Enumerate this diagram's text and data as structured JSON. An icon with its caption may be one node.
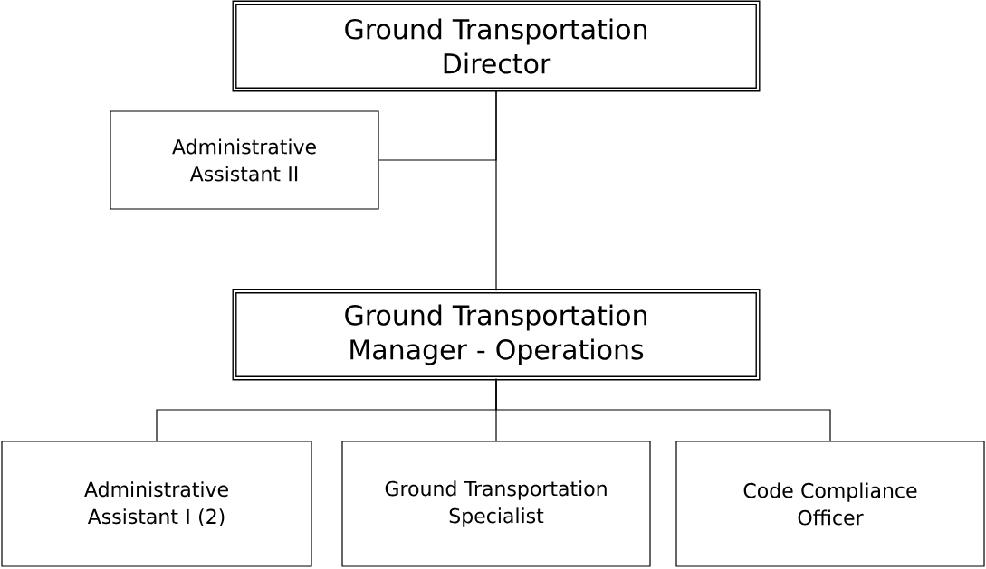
{
  "diagram": {
    "nodes": [
      {
        "text": [
          "Ground Transportation Director"
        ]
      },
      {
        "text": [
          "Administrative Assistant II"
        ]
      },
      {
        "text": [
          "Ground Transportation Manager - Operations"
        ]
      },
      {
        "text": [
          "Administrative Assistant I (2)"
        ]
      },
      {
        "text": [
          "Ground Transportation Specialist"
        ]
      },
      {
        "text": [
          "Code Compliance Officer"
        ]
      }
    ],
    "edges": [
      {
        "from": 0,
        "to": 2,
        "arrow": "none"
      },
      {
        "from": 0,
        "to": 1,
        "arrow": "none"
      },
      {
        "from": 2,
        "to": 3,
        "arrow": "none"
      },
      {
        "from": 2,
        "to": 4,
        "arrow": "none"
      },
      {
        "from": 2,
        "to": 5,
        "arrow": "none"
      }
    ]
  }
}
